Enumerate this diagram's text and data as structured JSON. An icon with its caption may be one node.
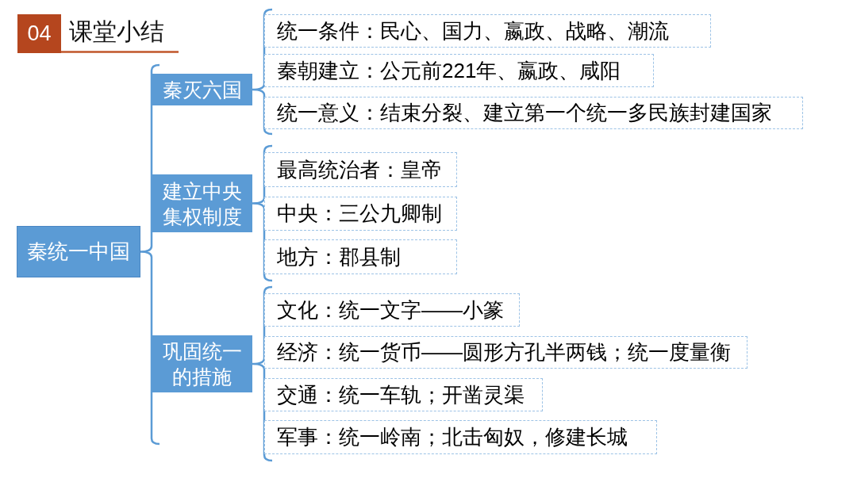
{
  "diagram": {
    "title": "课堂小结",
    "nodes": [
      {
        "text": [
          "04"
        ]
      },
      {
        "text": [
          "秦统一中国"
        ]
      },
      {
        "text": [
          "秦灭六国"
        ]
      },
      {
        "text": [
          "统一条件：民心、国力、嬴政、战略、潮流"
        ]
      },
      {
        "text": [
          "秦朝建立：公元前221年、嬴政、咸阳"
        ]
      },
      {
        "text": [
          "统一意义：结束分裂、建立第一个统一多民族封建国家"
        ]
      },
      {
        "text": [
          "建立中央集权制度"
        ]
      },
      {
        "text": [
          "最高统治者：皇帝"
        ]
      },
      {
        "text": [
          "中央：三公九卿制"
        ]
      },
      {
        "text": [
          "地方：郡县制"
        ]
      },
      {
        "text": [
          "巩固统一的措施"
        ]
      },
      {
        "text": [
          "文化：统一文字——小篆"
        ]
      },
      {
        "text": [
          "经济：统一货币——圆形方孔半两钱；统一度量衡"
        ]
      },
      {
        "text": [
          "交通：统一车轨；开凿灵渠"
        ]
      },
      {
        "text": [
          "军事：统一岭南；北击匈奴，修建长城"
        ]
      }
    ],
    "edges": [
      {
        "from": 1,
        "to": 2,
        "arrow": "none"
      },
      {
        "from": 1,
        "to": 6,
        "arrow": "none"
      },
      {
        "from": 1,
        "to": 10,
        "arrow": "none"
      },
      {
        "from": 2,
        "to": 3,
        "arrow": "none"
      },
      {
        "from": 2,
        "to": 4,
        "arrow": "none"
      },
      {
        "from": 2,
        "to": 5,
        "arrow": "none"
      },
      {
        "from": 6,
        "to": 7,
        "arrow": "none"
      },
      {
        "from": 6,
        "to": 8,
        "arrow": "none"
      },
      {
        "from": 6,
        "to": 9,
        "arrow": "none"
      },
      {
        "from": 10,
        "to": 11,
        "arrow": "none"
      },
      {
        "from": 10,
        "to": 12,
        "arrow": "none"
      },
      {
        "from": 10,
        "to": 13,
        "arrow": "none"
      },
      {
        "from": 10,
        "to": 14,
        "arrow": "none"
      }
    ]
  }
}
